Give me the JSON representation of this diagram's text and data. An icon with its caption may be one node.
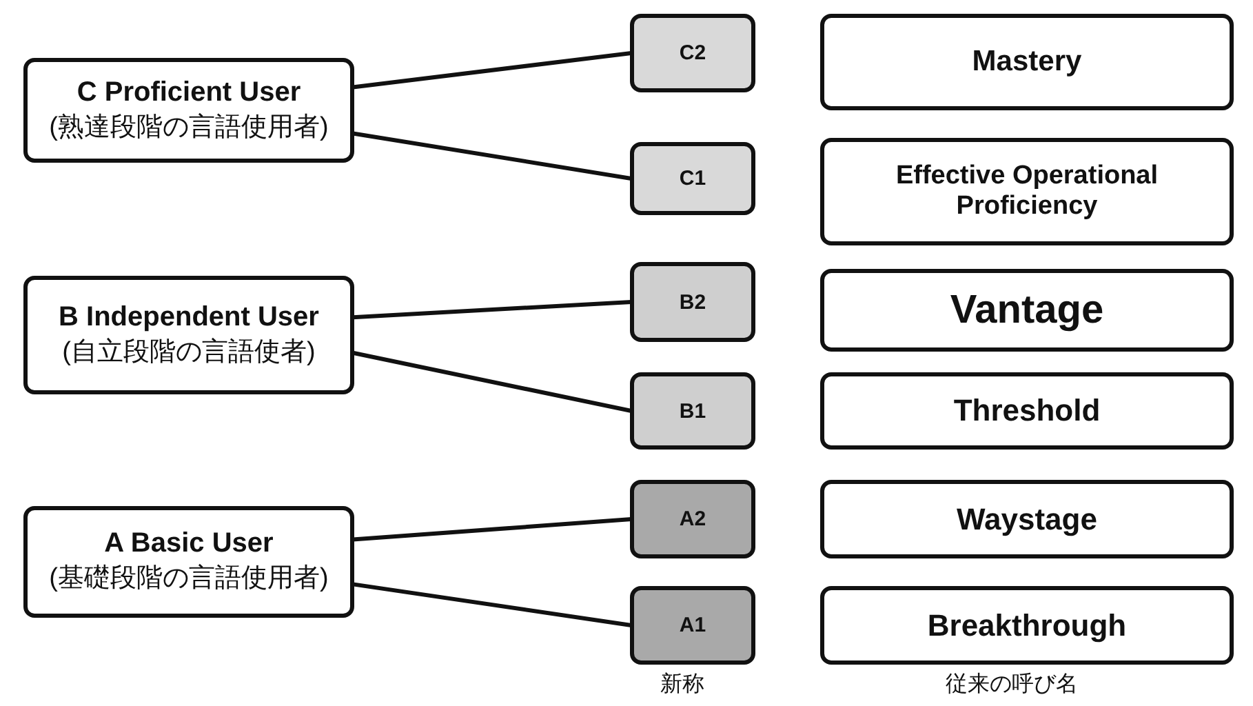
{
  "diagram": {
    "nodes": [
      {
        "text": [
          "C Proficient User",
          "(熟達段階の言語使用者)"
        ]
      },
      {
        "text": [
          "C2"
        ]
      },
      {
        "text": [
          "C1"
        ]
      },
      {
        "text": [
          "B Independent User",
          "(自立段階の言語使者)"
        ]
      },
      {
        "text": [
          "B2"
        ]
      },
      {
        "text": [
          "B1"
        ]
      },
      {
        "text": [
          "A Basic User",
          "(基礎段階の言語使用者)"
        ]
      },
      {
        "text": [
          "A2"
        ]
      },
      {
        "text": [
          "A1"
        ]
      },
      {
        "text": [
          "Mastery"
        ]
      },
      {
        "text": [
          "Effective Operational Proficiency"
        ]
      },
      {
        "text": [
          "Vantage"
        ]
      },
      {
        "text": [
          "Threshold"
        ]
      },
      {
        "text": [
          "Waystage"
        ]
      },
      {
        "text": [
          "Breakthrough"
        ]
      }
    ],
    "edges": [
      {
        "from": 0,
        "to": 1,
        "arrow": "none"
      },
      {
        "from": 0,
        "to": 2,
        "arrow": "none"
      },
      {
        "from": 3,
        "to": 4,
        "arrow": "none"
      },
      {
        "from": 3,
        "to": 5,
        "arrow": "none"
      },
      {
        "from": 6,
        "to": 7,
        "arrow": "none"
      },
      {
        "from": 6,
        "to": 8,
        "arrow": "none"
      }
    ],
    "labels": [
      "新称",
      "従来の呼び名"
    ]
  }
}
